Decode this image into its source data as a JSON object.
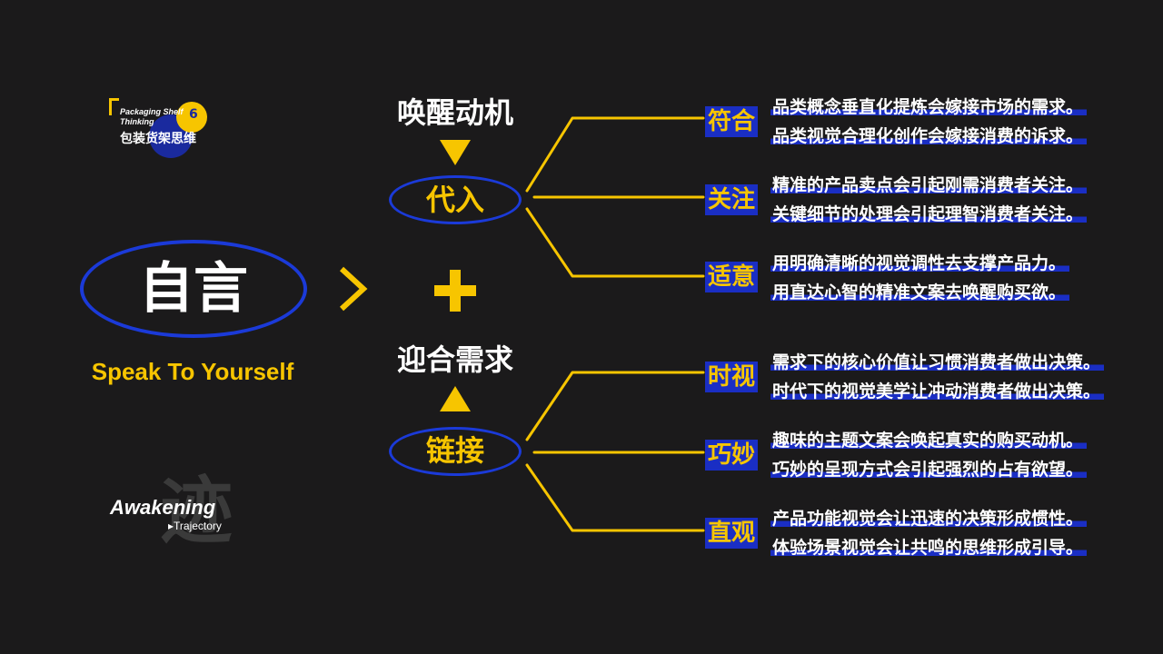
{
  "logo": {
    "english": "Packaging Shelf Thinking",
    "number": "6",
    "chinese": "包装货架思维"
  },
  "center": {
    "main": "自言",
    "subtitle": "Speak To Yourself"
  },
  "watermark": {
    "char": "迹",
    "title": "Awakening",
    "subtitle": "▸Trajectory"
  },
  "top": {
    "heading": "唤醒动机",
    "node": "代入",
    "branches": [
      {
        "tag": "符合",
        "lines": [
          "品类概念垂直化提炼会嫁接市场的需求。",
          "品类视觉合理化创作会嫁接消费的诉求。"
        ]
      },
      {
        "tag": "关注",
        "lines": [
          "精准的产品卖点会引起刚需消费者关注。",
          "关键细节的处理会引起理智消费者关注。"
        ]
      },
      {
        "tag": "适意",
        "lines": [
          "用明确清晰的视觉调性去支撑产品力。",
          "用直达心智的精准文案去唤醒购买欲。"
        ]
      }
    ]
  },
  "bottom": {
    "heading": "迎合需求",
    "node": "链接",
    "branches": [
      {
        "tag": "时视",
        "lines": [
          "需求下的核心价值让习惯消费者做出决策。",
          "时代下的视觉美学让冲动消费者做出决策。"
        ]
      },
      {
        "tag": "巧妙",
        "lines": [
          "趣味的主题文案会唤起真实的购买动机。",
          "巧妙的呈现方式会引起强烈的占有欲望。"
        ]
      },
      {
        "tag": "直观",
        "lines": [
          "产品功能视觉会让迅速的决策形成惯性。",
          "体验场景视觉会让共鸣的思维形成引导。"
        ]
      }
    ]
  },
  "colors": {
    "background": "#1b1a1b",
    "accent_yellow": "#f7c500",
    "accent_blue": "#1a2ec4",
    "text": "#ffffff"
  }
}
